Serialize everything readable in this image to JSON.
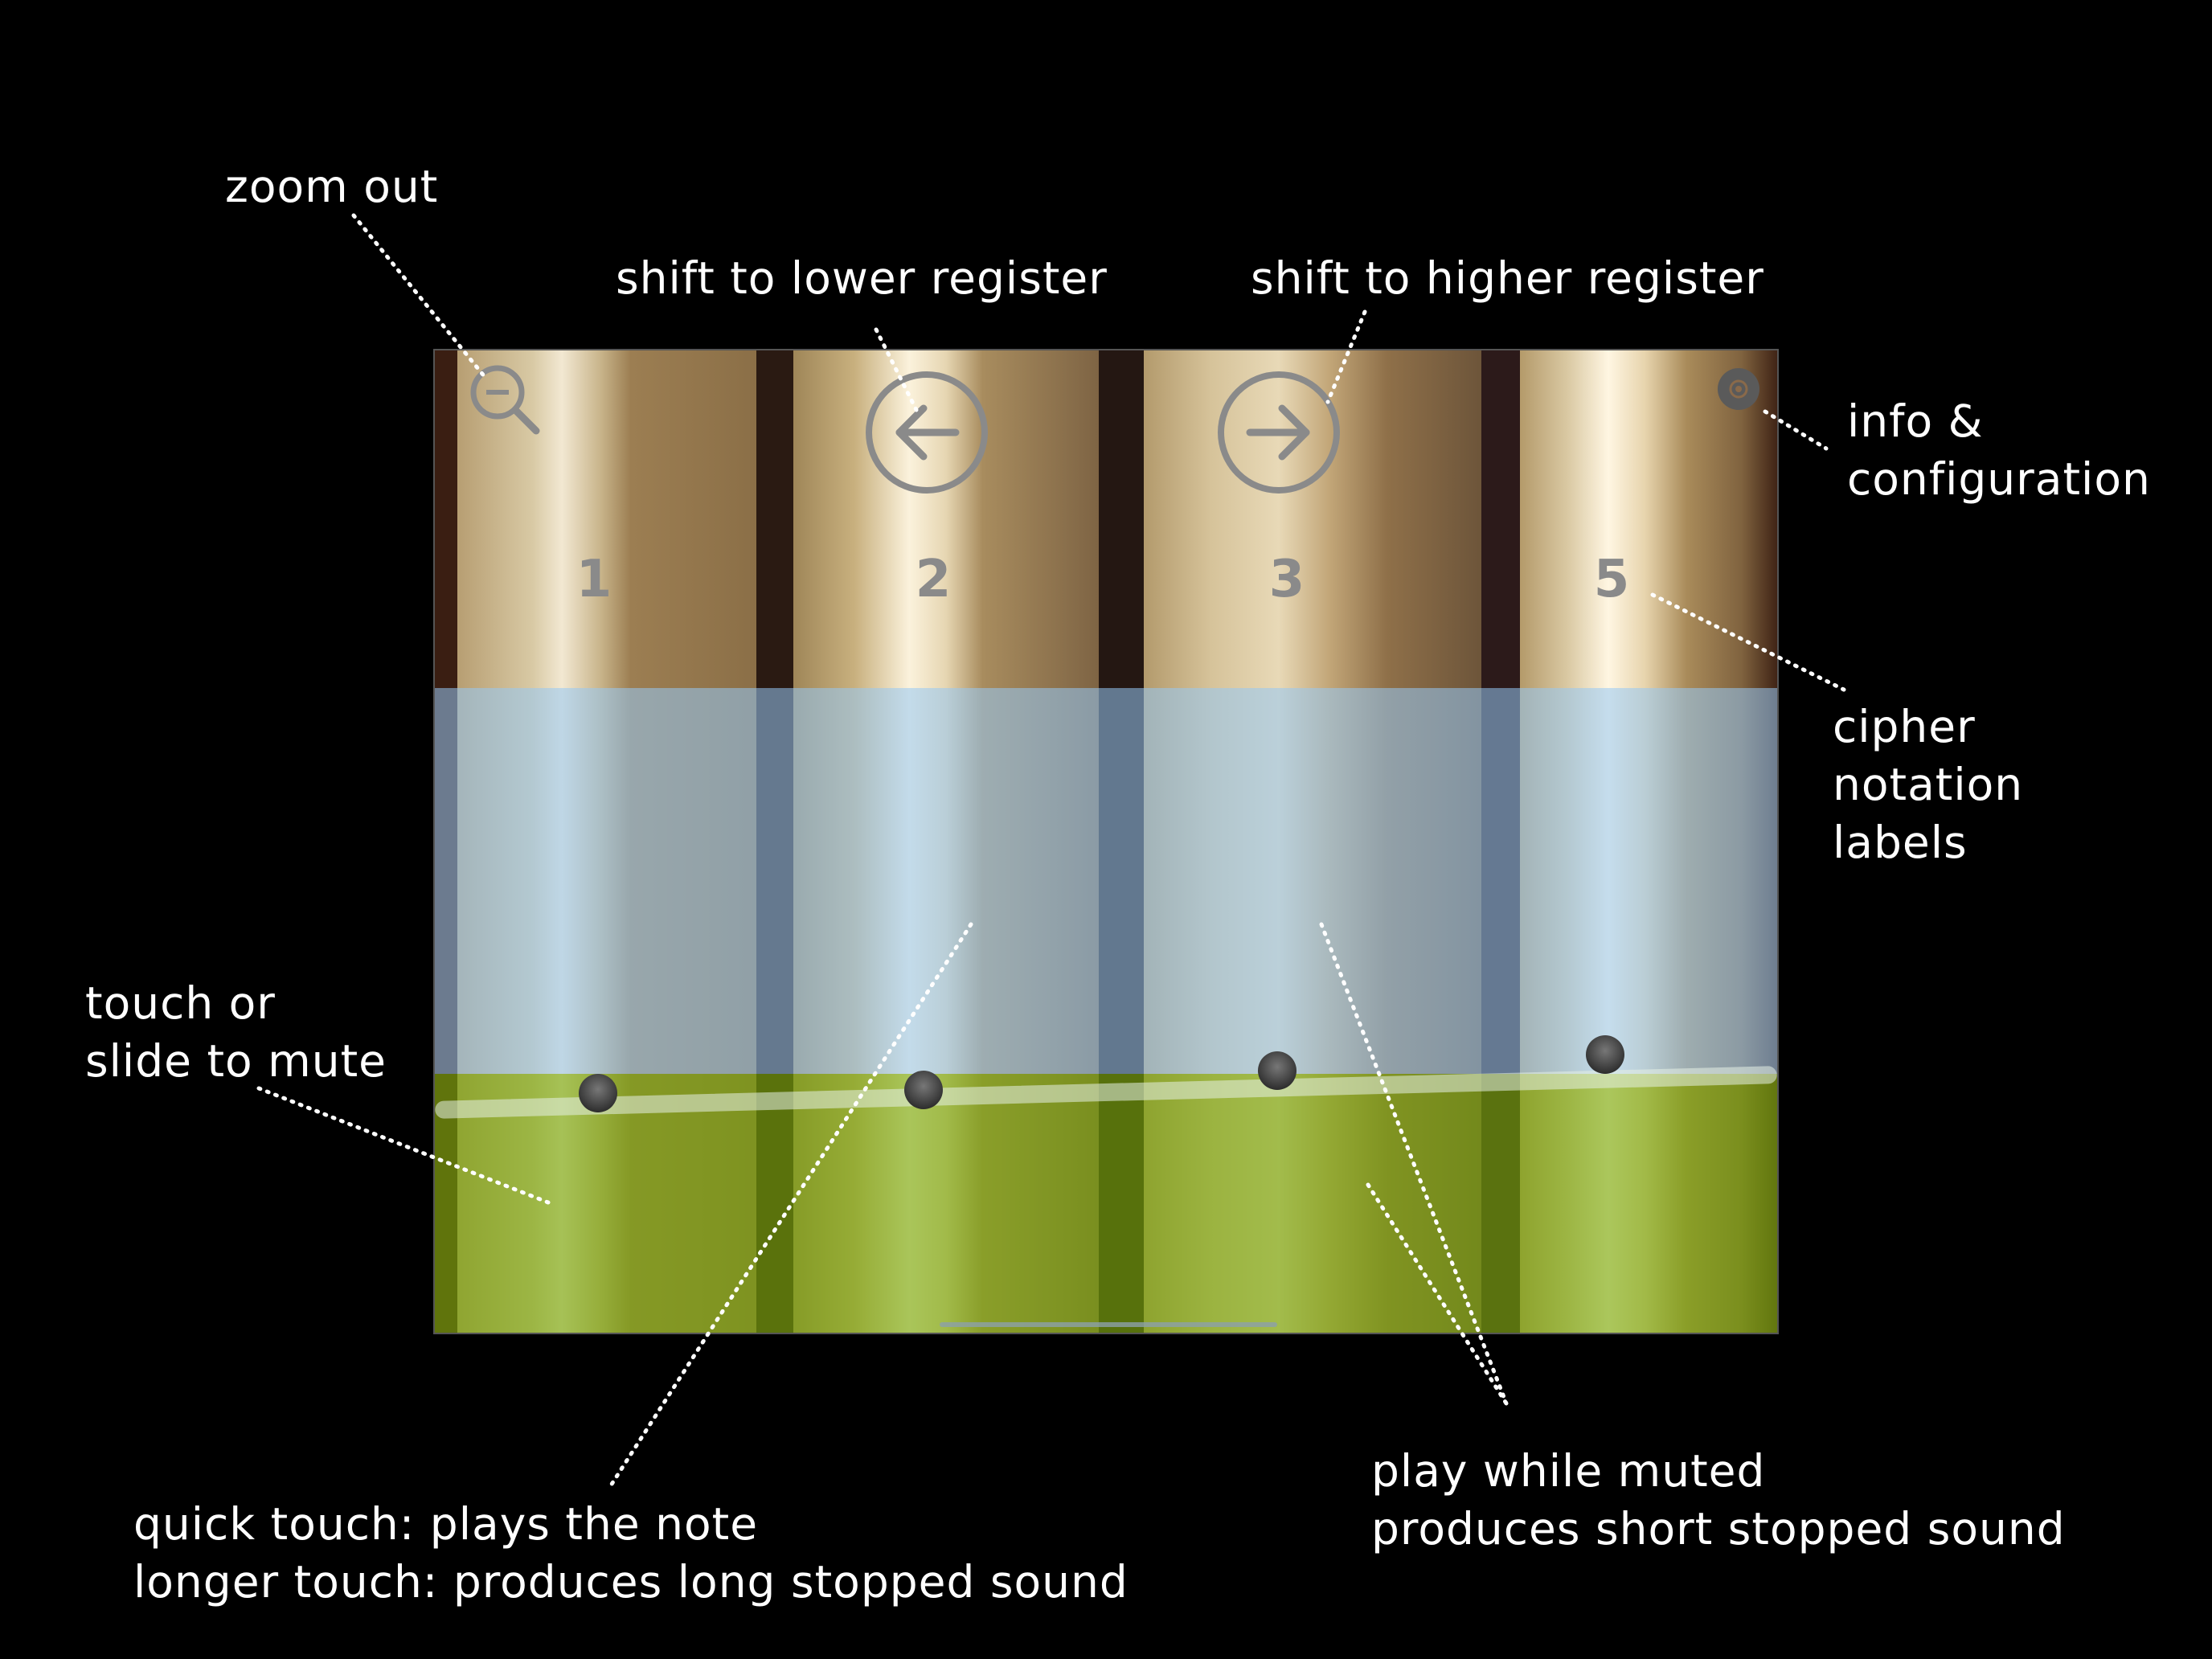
{
  "annotations": {
    "zoom_out": "zoom out",
    "lower_register": "shift to lower register",
    "higher_register": "shift to higher register",
    "info_config": "info &\nconfiguration",
    "cipher_labels": "cipher\nnotation\nlabels",
    "mute": "touch or\nslide to mute",
    "quick_touch": "quick touch: plays the note\nlonger touch: produces long stopped sound",
    "play_muted": "play while muted\nproduces short stopped sound"
  },
  "app": {
    "cipher_labels": [
      "1",
      "2",
      "3",
      "5"
    ],
    "icons": {
      "zoom": "zoom-out-icon",
      "left": "arrow-left-icon",
      "right": "arrow-right-icon",
      "settings": "gear-icon"
    },
    "colors": {
      "play_zone": "#96c8f5",
      "mute_zone": "#78aa0a",
      "icon_gray": "#8a8a8a"
    }
  }
}
